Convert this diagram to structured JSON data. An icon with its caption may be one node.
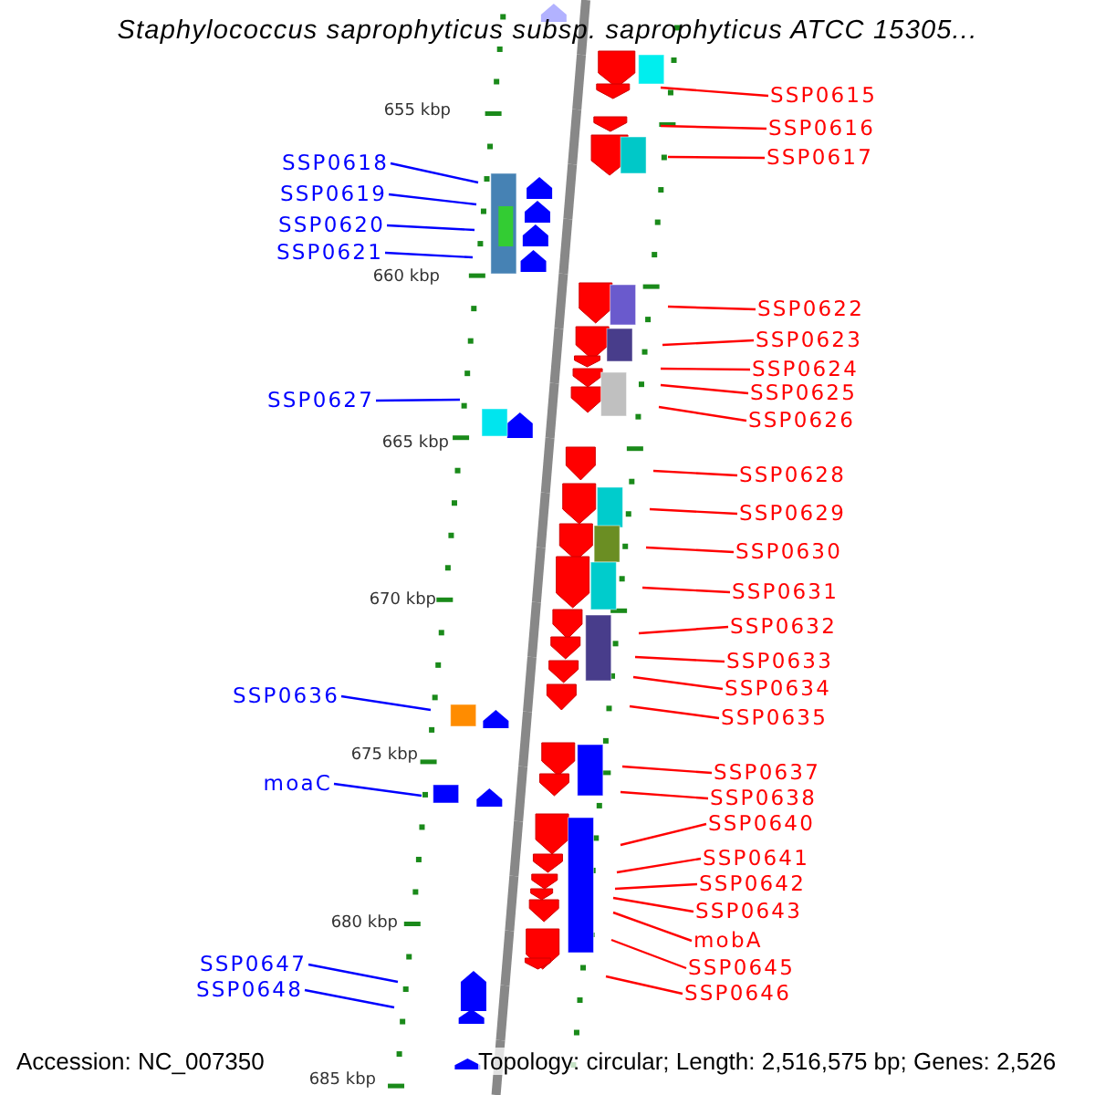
{
  "diagram": {
    "title": "Staphylococcus saprophyticus subsp. saprophyticus ATCC 15305...",
    "nodes": [
      {
        "text": [
          "SSP0615"
        ]
      },
      {
        "text": [
          "SSP0616"
        ]
      },
      {
        "text": [
          "SSP0617"
        ]
      },
      {
        "text": [
          "SSP0618"
        ]
      },
      {
        "text": [
          "SSP0619"
        ]
      },
      {
        "text": [
          "SSP0620"
        ]
      },
      {
        "text": [
          "SSP0621"
        ]
      },
      {
        "text": [
          "SSP0622"
        ]
      },
      {
        "text": [
          "SSP0623"
        ]
      },
      {
        "text": [
          "SSP0624"
        ]
      },
      {
        "text": [
          "SSP0625"
        ]
      },
      {
        "text": [
          "SSP0626"
        ]
      },
      {
        "text": [
          "SSP0627"
        ]
      },
      {
        "text": [
          "SSP0628"
        ]
      },
      {
        "text": [
          "SSP0629"
        ]
      },
      {
        "text": [
          "SSP0630"
        ]
      },
      {
        "text": [
          "SSP0631"
        ]
      },
      {
        "text": [
          "SSP0632"
        ]
      },
      {
        "text": [
          "SSP0633"
        ]
      },
      {
        "text": [
          "SSP0634"
        ]
      },
      {
        "text": [
          "SSP0635"
        ]
      },
      {
        "text": [
          "SSP0636"
        ]
      },
      {
        "text": [
          "SSP0637"
        ]
      },
      {
        "text": [
          "SSP0638"
        ]
      },
      {
        "text": [
          "moaC"
        ]
      },
      {
        "text": [
          "SSP0640"
        ]
      },
      {
        "text": [
          "SSP0641"
        ]
      },
      {
        "text": [
          "SSP0642"
        ]
      },
      {
        "text": [
          "SSP0643"
        ]
      },
      {
        "text": [
          "mobA"
        ]
      },
      {
        "text": [
          "SSP0645"
        ]
      },
      {
        "text": [
          "SSP0646"
        ]
      },
      {
        "text": [
          "SSP0647"
        ]
      },
      {
        "text": [
          "SSP0648"
        ]
      }
    ],
    "edges": [
      {
        "from": 0,
        "to": null,
        "arrow": "none"
      },
      {
        "from": 1,
        "to": null,
        "arrow": "none"
      },
      {
        "from": 2,
        "to": null,
        "arrow": "none"
      },
      {
        "from": 3,
        "to": null,
        "arrow": "none",
        "color": "#0000ff"
      },
      {
        "from": 4,
        "to": null,
        "arrow": "none",
        "color": "#0000ff"
      },
      {
        "from": 5,
        "to": null,
        "arrow": "none",
        "color": "#0000ff"
      },
      {
        "from": 6,
        "to": null,
        "arrow": "none",
        "color": "#0000ff"
      },
      {
        "from": 7,
        "to": null,
        "arrow": "none"
      },
      {
        "from": 8,
        "to": null,
        "arrow": "none"
      },
      {
        "from": 9,
        "to": null,
        "arrow": "none"
      },
      {
        "from": 10,
        "to": null,
        "arrow": "none"
      },
      {
        "from": 11,
        "to": null,
        "arrow": "none"
      },
      {
        "from": 12,
        "to": null,
        "arrow": "none",
        "color": "#0000ff"
      },
      {
        "from": 13,
        "to": null,
        "arrow": "none"
      },
      {
        "from": 14,
        "to": null,
        "arrow": "none"
      },
      {
        "from": 15,
        "to": null,
        "arrow": "none"
      },
      {
        "from": 16,
        "to": null,
        "arrow": "none"
      },
      {
        "from": 17,
        "to": null,
        "arrow": "none"
      },
      {
        "from": 18,
        "to": null,
        "arrow": "none"
      },
      {
        "from": 19,
        "to": null,
        "arrow": "none"
      },
      {
        "from": 20,
        "to": null,
        "arrow": "none"
      },
      {
        "from": 21,
        "to": null,
        "arrow": "none",
        "color": "#0000ff"
      },
      {
        "from": 22,
        "to": null,
        "arrow": "none"
      },
      {
        "from": 23,
        "to": null,
        "arrow": "none"
      },
      {
        "from": 24,
        "to": null,
        "arrow": "none",
        "color": "#0000ff"
      },
      {
        "from": 25,
        "to": null,
        "arrow": "none"
      },
      {
        "from": 26,
        "to": null,
        "arrow": "none"
      },
      {
        "from": 27,
        "to": null,
        "arrow": "none"
      },
      {
        "from": 28,
        "to": null,
        "arrow": "none"
      },
      {
        "from": 29,
        "to": null,
        "arrow": "none"
      },
      {
        "from": 30,
        "to": null,
        "arrow": "none"
      },
      {
        "from": 31,
        "to": null,
        "arrow": "none"
      },
      {
        "from": 32,
        "to": null,
        "arrow": "none",
        "color": "#0000ff"
      },
      {
        "from": 33,
        "to": null,
        "arrow": "none",
        "color": "#0000ff"
      }
    ],
    "labels": [
      "655 kbp",
      "660 kbp",
      "665 kbp",
      "670 kbp",
      "675 kbp",
      "680 kbp",
      "685 kbp",
      "Accession: NC_007350",
      "Topology: circular; Length: 2,516,575 bp; Genes: 2,526"
    ]
  }
}
